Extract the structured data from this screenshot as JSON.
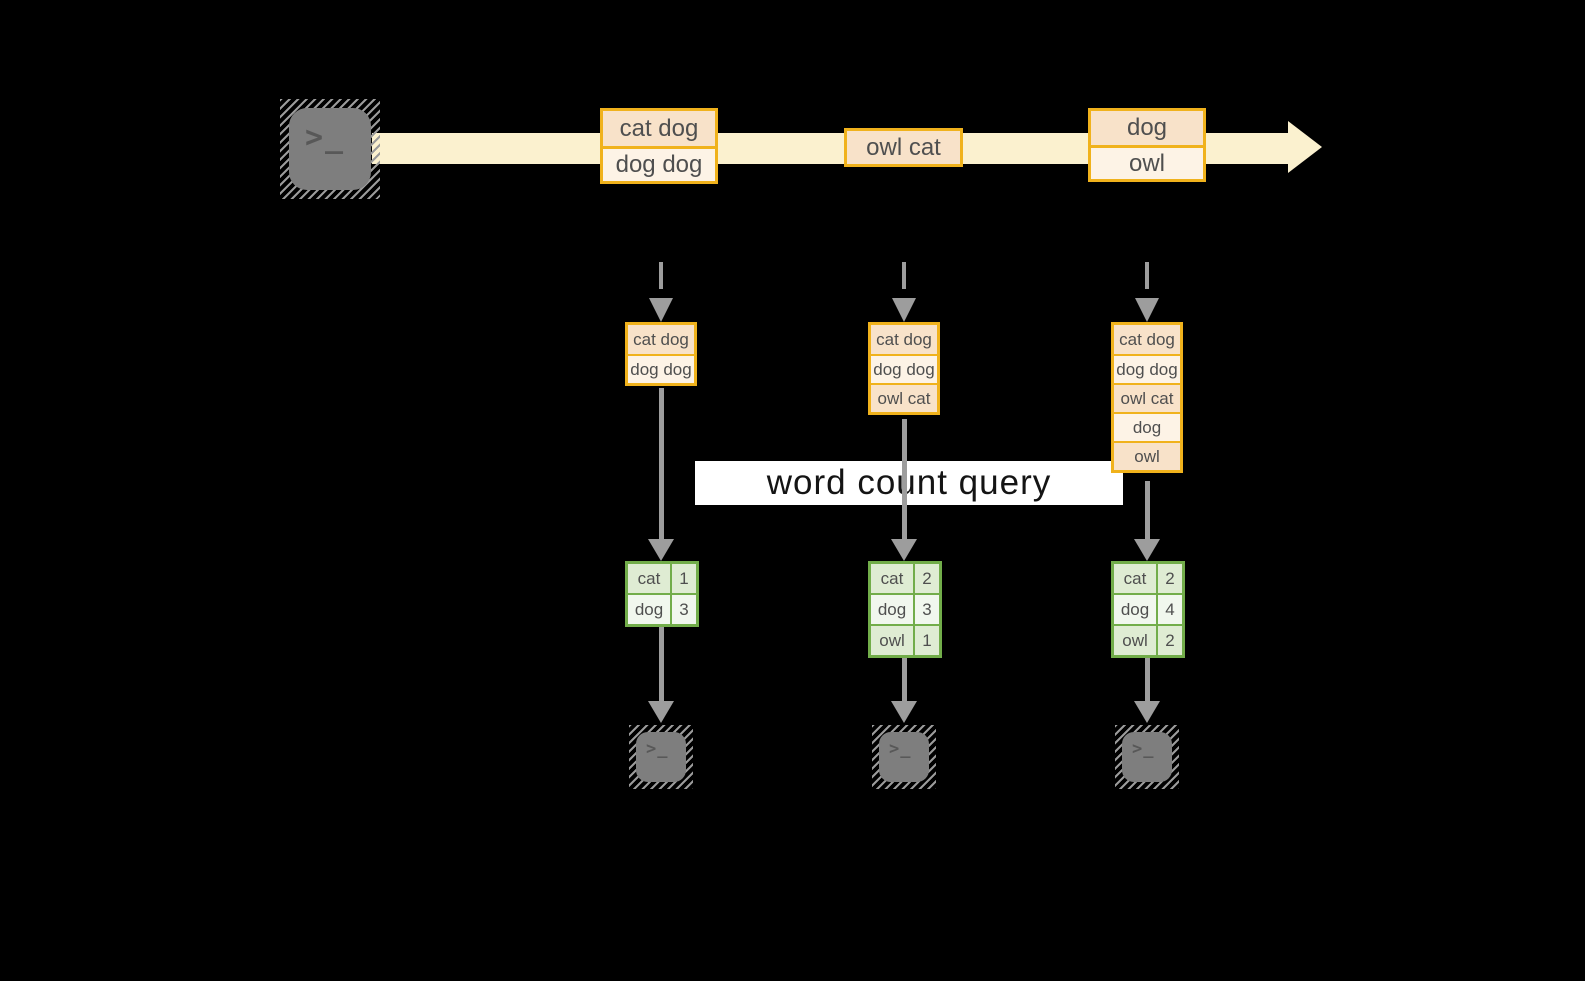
{
  "diagram": {
    "terminal_prompt": ">_",
    "query_banner": "word count query",
    "stream_batches": [
      {
        "records": [
          "cat dog",
          "dog dog"
        ]
      },
      {
        "records": [
          "owl cat"
        ]
      },
      {
        "records": [
          "dog",
          "owl"
        ]
      }
    ],
    "pipelines": [
      {
        "buffered_records": [
          "cat dog",
          "dog dog"
        ],
        "word_counts": [
          {
            "word": "cat",
            "count": 1
          },
          {
            "word": "dog",
            "count": 3
          }
        ]
      },
      {
        "buffered_records": [
          "cat dog",
          "dog dog",
          "owl cat"
        ],
        "word_counts": [
          {
            "word": "cat",
            "count": 2
          },
          {
            "word": "dog",
            "count": 3
          },
          {
            "word": "owl",
            "count": 1
          }
        ]
      },
      {
        "buffered_records": [
          "cat dog",
          "dog dog",
          "owl cat",
          "dog",
          "owl"
        ],
        "word_counts": [
          {
            "word": "cat",
            "count": 2
          },
          {
            "word": "dog",
            "count": 4
          },
          {
            "word": "owl",
            "count": 2
          }
        ]
      }
    ],
    "colors": {
      "background": "#000000",
      "stream_band": "#fbf1cf",
      "record_border": "#f0b21c",
      "record_fill_peach": "#f8e2c9",
      "record_fill_cream": "#fdf3e6",
      "table_border": "#72ad4a",
      "table_fill_dark": "#dfecd3",
      "table_fill_light": "#f1f7ee",
      "arrow_gray": "#9d9d9d",
      "banner_background": "#ffffff"
    }
  }
}
